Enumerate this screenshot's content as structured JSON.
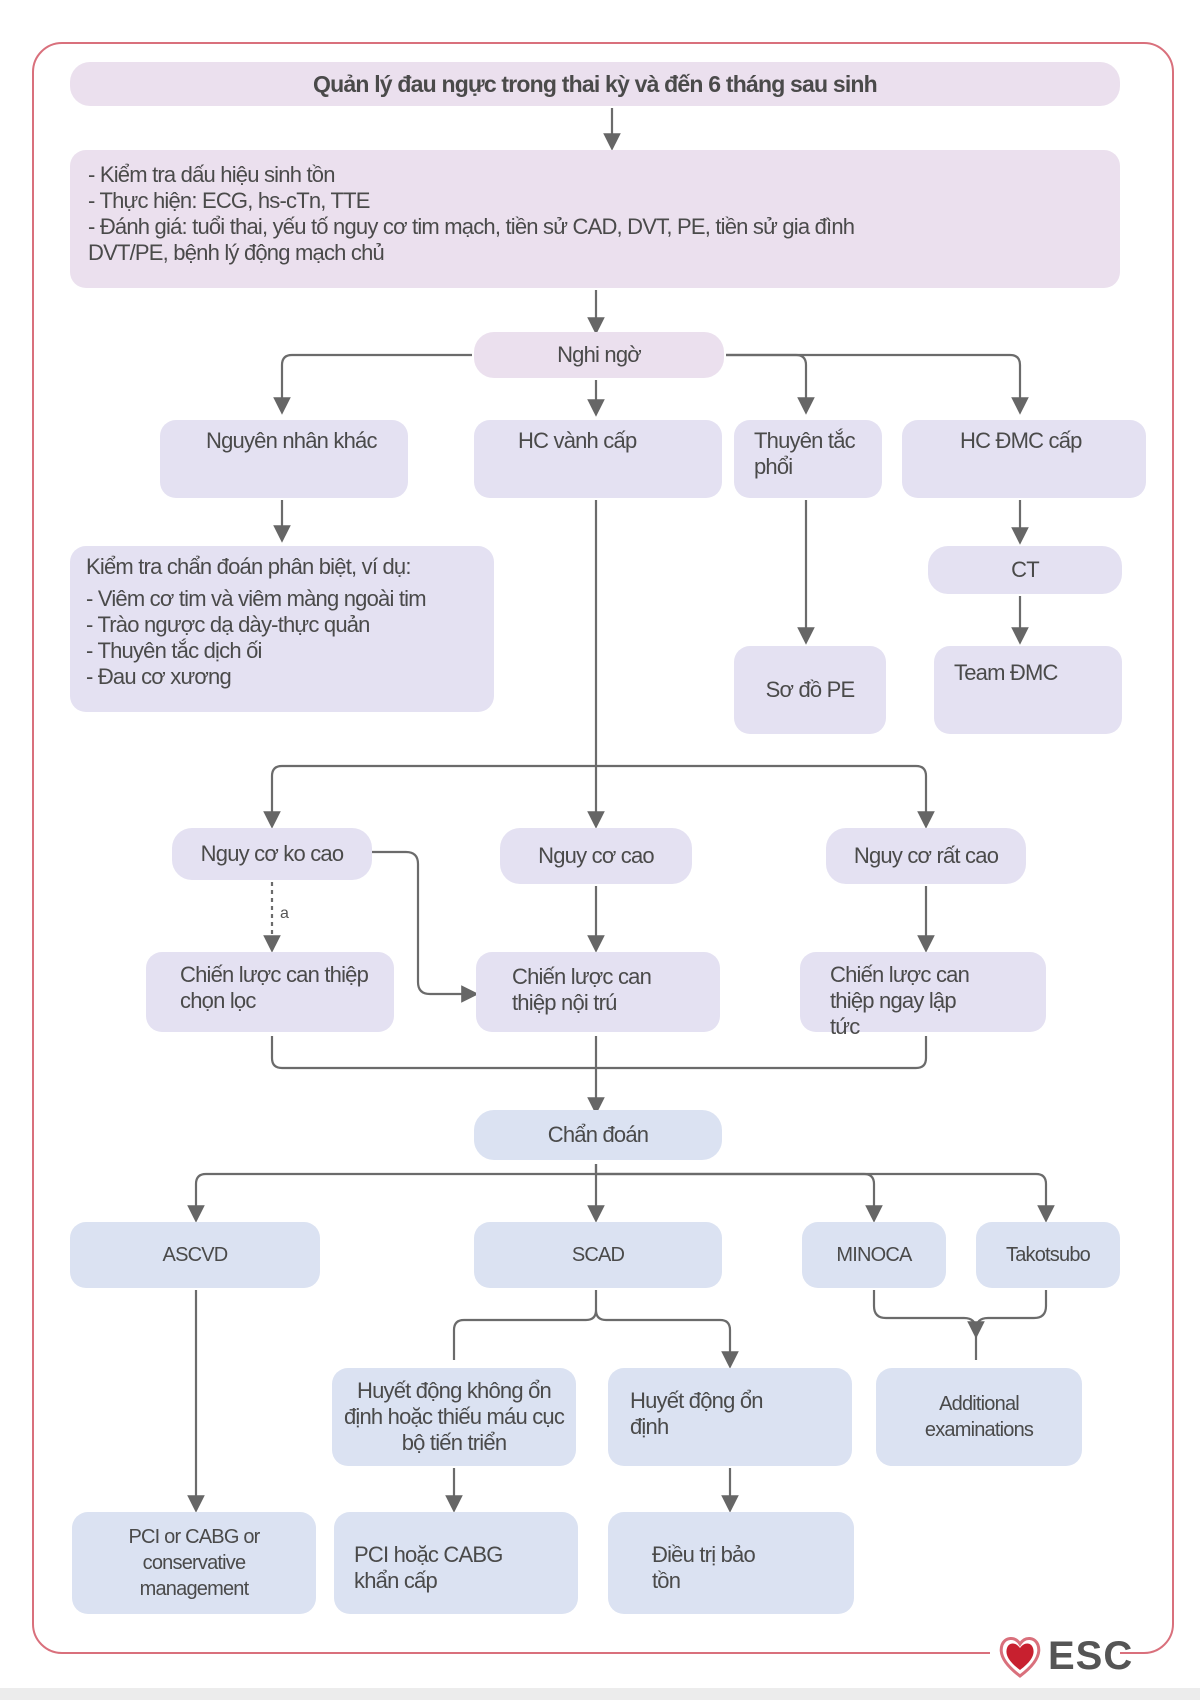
{
  "title": "Quản lý đau ngực trong thai kỳ và đến 6 tháng sau sinh",
  "initial_steps": [
    "-  Kiểm tra dấu hiệu sinh tồn",
    "- Thực hiện: ECG, hs-cTn, TTE",
    "-  Đánh giá: tuổi thai, yếu tố nguy cơ tim mạch, tiền sử CAD, DVT, PE, tiền sử gia đình",
    "DVT/PE, bệnh lý động mạch chủ"
  ],
  "suspicion": "Nghi ngờ",
  "suspected": {
    "other_cause": "Nguyên nhân khác",
    "acs": "HC vành cấp",
    "pe": "Thuyên tắc phổi",
    "aortic": "HC ĐMC cấp"
  },
  "differential": {
    "heading": "Kiểm tra chẩn đoán phân biệt, ví dụ:",
    "items": [
      "- Viêm cơ tim và viêm màng ngoài tim",
      "- Trào ngược dạ dày-thực quản",
      "- Thuyên tắc dịch ối",
      "- Đau cơ xương"
    ]
  },
  "ct": "CT",
  "pe_algorithm": "Sơ đồ PE",
  "aortic_team": "Team ĐMC",
  "risk": {
    "not_high": "Nguy cơ ko cao",
    "high": "Nguy cơ cao",
    "very_high": "Nguy cơ rất cao"
  },
  "footnote_marker": "a",
  "strategy": {
    "selective": "Chiến lược can thiệp chọn lọc",
    "inpatient": "Chiến lược can thiệp nội trú",
    "immediate": "Chiến lược can thiệp ngay lập tức"
  },
  "diagnosis": "Chẩn đoán",
  "diagnoses": {
    "ascvd": "ASCVD",
    "scad": "SCAD",
    "minoca": "MINOCA",
    "takotsubo": "Takotsubo"
  },
  "scad_branches": {
    "unstable": "Huyết động không ổn định hoặc thiếu máu cục bộ tiến triển",
    "stable": "Huyết động ổn định"
  },
  "additional": "Additional examinations",
  "outcomes": {
    "ascvd": "PCI or CABG or conservative management",
    "urgent": "PCI hoặc CABG khẩn cấp",
    "conservative": "Điều trị bảo tồn"
  },
  "logo": {
    "text": "ESC",
    "icon": "heart-icon"
  },
  "colors": {
    "frame": "#d9707c",
    "pink_box": "#ebe0ee",
    "lavender_box": "#e4e1f2",
    "blue_box": "#dbe2f2",
    "connector": "#666666",
    "heart": "#c8202f"
  }
}
